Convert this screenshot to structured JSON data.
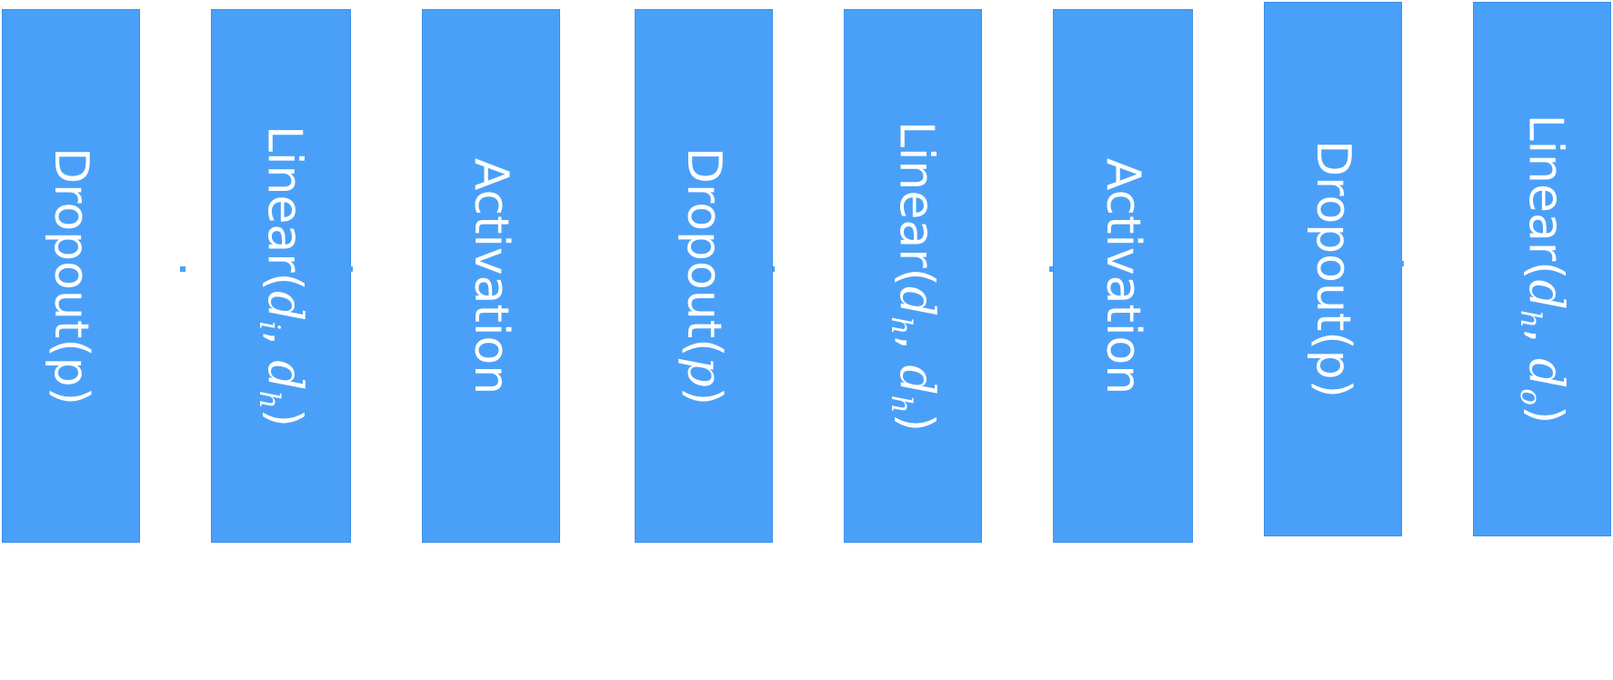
{
  "colors": {
    "block_fill": "#4aa0f8",
    "block_border": "#3d90e6",
    "text": "#ffffff"
  },
  "layers": [
    {
      "kind": "dropout",
      "text": "Dropout(p)"
    },
    {
      "kind": "linear",
      "prefix": "Linear(",
      "arg1": "d",
      "arg1_sub": "i",
      "sep": ", ",
      "arg2": "d",
      "arg2_sub": "h",
      "suffix": ")"
    },
    {
      "kind": "activation",
      "text": "Activation"
    },
    {
      "kind": "dropout-math",
      "prefix": "Dropout(",
      "arg": "p",
      "suffix": ")"
    },
    {
      "kind": "linear",
      "prefix": "Linear(",
      "arg1": "d",
      "arg1_sub": "h",
      "sep": ", ",
      "arg2": "d",
      "arg2_sub": "h",
      "suffix": ")"
    },
    {
      "kind": "activation",
      "text": "Activation"
    },
    {
      "kind": "dropout",
      "text": "Dropout(p)"
    },
    {
      "kind": "linear",
      "prefix": "Linear(",
      "arg1": "d",
      "arg1_sub": "h",
      "sep": ", ",
      "arg2": "d",
      "arg2_sub": "o",
      "suffix": ")"
    }
  ]
}
